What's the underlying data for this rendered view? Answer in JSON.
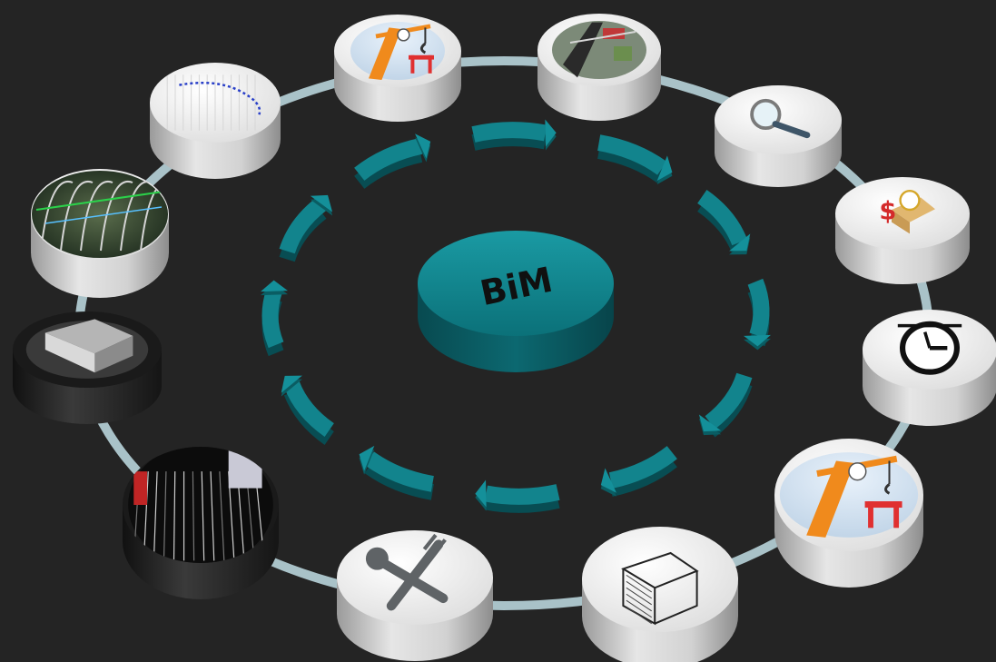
{
  "center": {
    "label": "BiM"
  },
  "colors": {
    "background": "#242424",
    "ring": "#a9c2c8",
    "teal": "#0e7d86",
    "teal_dark": "#0a565c",
    "disc_white": "#f1f1f1",
    "disc_side": "#bdbdbd"
  },
  "nodes": [
    {
      "name": "crane-node-top",
      "icon": "crane-icon",
      "theme": "light"
    },
    {
      "name": "model-render-node-top",
      "icon": "model-render-icon",
      "theme": "photo-green"
    },
    {
      "name": "magnifier-node",
      "icon": "magnifier-icon",
      "theme": "light"
    },
    {
      "name": "cost-time-node",
      "icon": "cost-time-icon",
      "theme": "light"
    },
    {
      "name": "stopwatch-node",
      "icon": "stopwatch-icon",
      "theme": "light"
    },
    {
      "name": "crane-node-right",
      "icon": "crane-icon",
      "theme": "light"
    },
    {
      "name": "sketch-node",
      "icon": "sketch-icon",
      "theme": "light"
    },
    {
      "name": "tools-node",
      "icon": "tools-icon",
      "theme": "light"
    },
    {
      "name": "point-cloud-node",
      "icon": "point-cloud-icon",
      "theme": "dark"
    },
    {
      "name": "grayscale-model-node",
      "icon": "grayscale-model-icon",
      "theme": "dark"
    },
    {
      "name": "structure-render-node",
      "icon": "structure-render-icon",
      "theme": "photo-green"
    },
    {
      "name": "scan-data-node",
      "icon": "scan-data-icon",
      "theme": "light"
    }
  ]
}
